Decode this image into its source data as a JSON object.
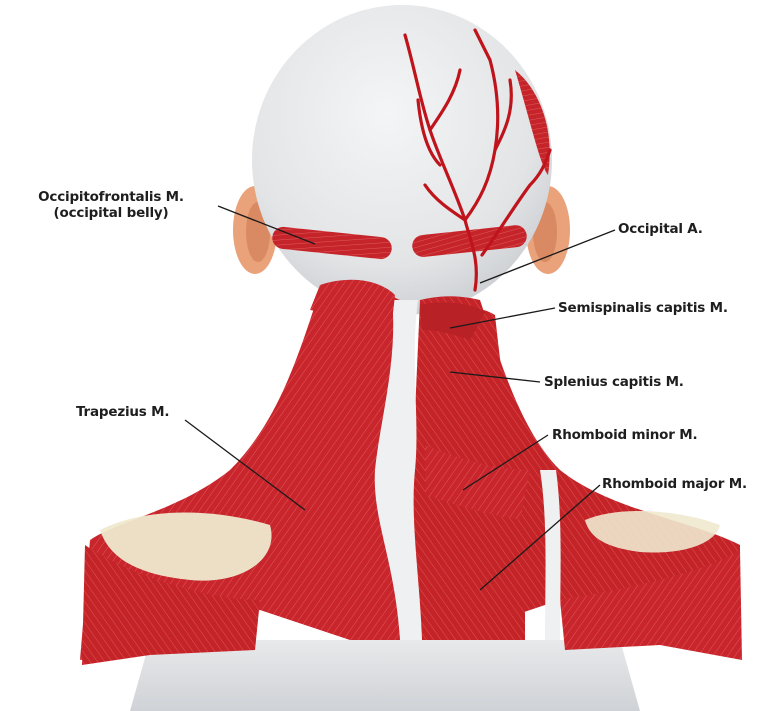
{
  "labels": {
    "occipitofrontalis_line1": "Occipitofrontalis  M.",
    "occipitofrontalis_line2": "(occipital belly)",
    "occipital_artery": "Occipital A.",
    "semispinalis": "Semispinalis capitis M.",
    "splenius": "Splenius capitis M.",
    "trapezius": "Trapezius M.",
    "rhomboid_minor": "Rhomboid  minor M.",
    "rhomboid_major": "Rhomboid major M."
  },
  "colors": {
    "muscle": "#c8262c",
    "muscle_dark": "#a81c22",
    "artery": "#c0141c",
    "skin": "#e4e6e8",
    "ear": "#e9a27a",
    "cartilage": "#efe9cf",
    "leader_line": "#1a1a1a"
  }
}
